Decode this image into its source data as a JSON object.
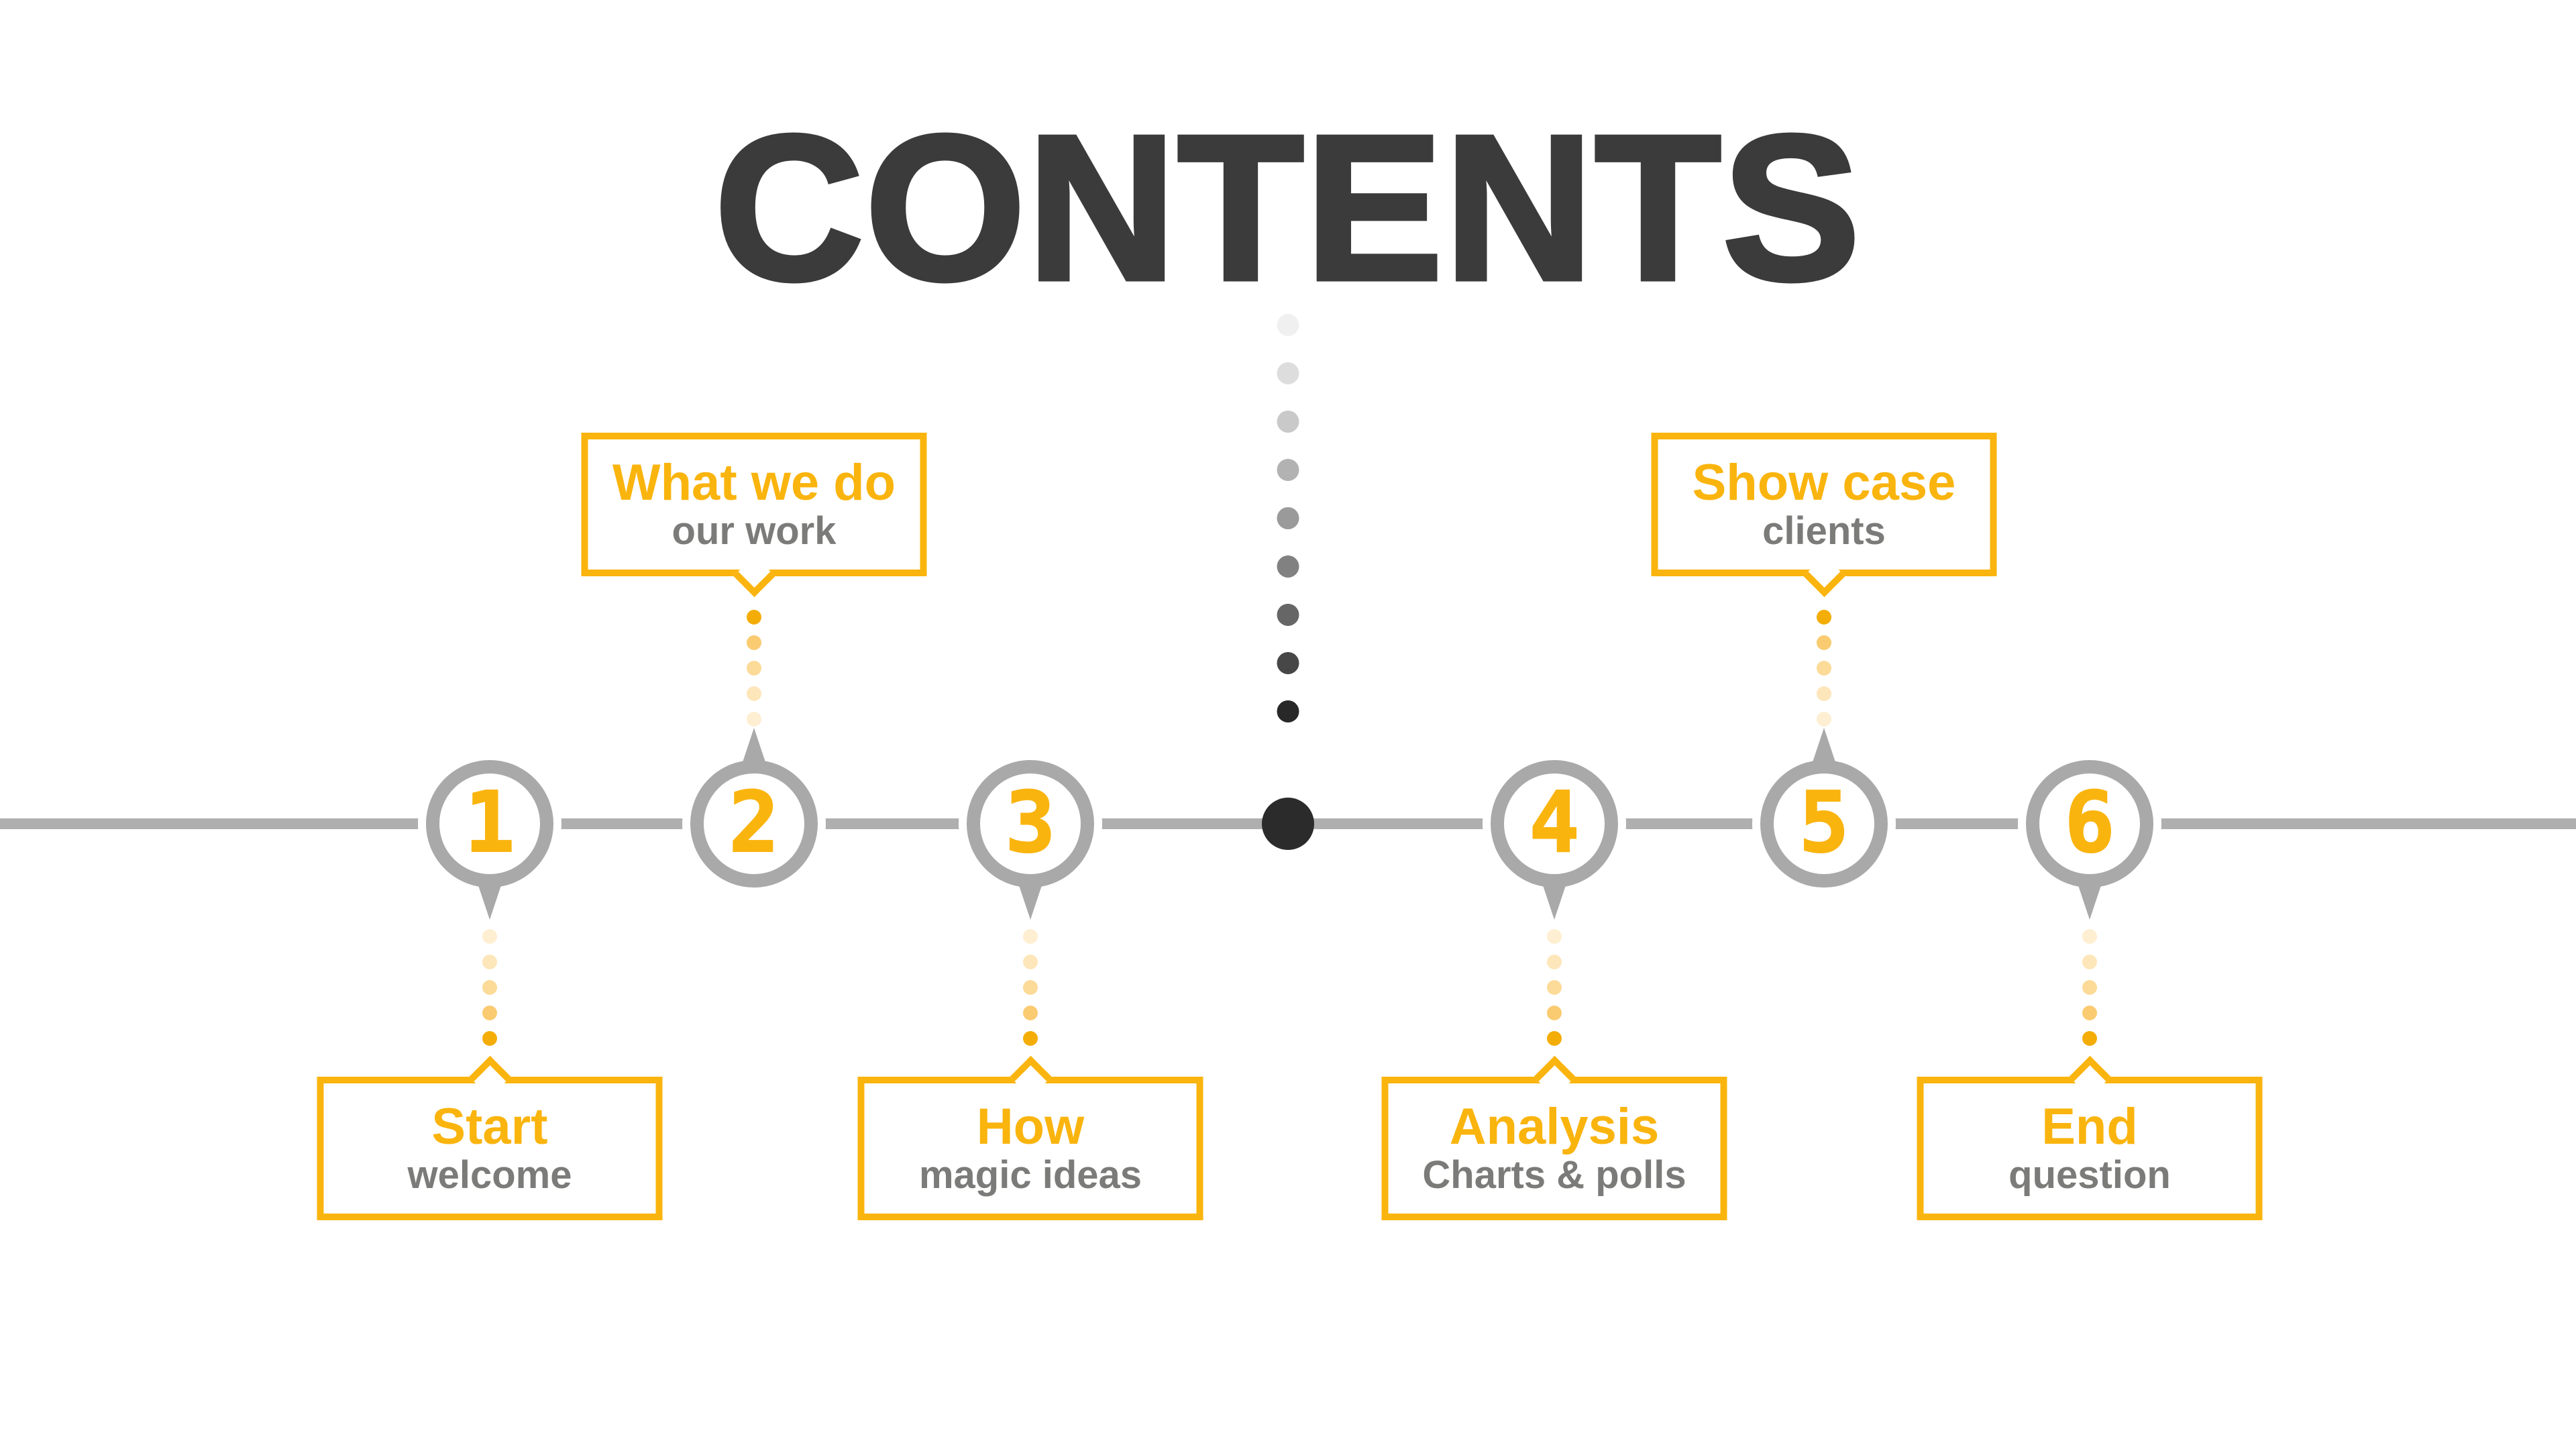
{
  "title": "CONTENTS",
  "colors": {
    "accent_yellow": "#FAB40E",
    "label_gray": "#7B7B79",
    "ring_gray": "#A9A9A9",
    "line_gray": "#AFAFAF",
    "title_charcoal": "#3B3B3C",
    "center_dot_black": "#2B2B2B"
  },
  "timeline": {
    "items": [
      {
        "number": "1",
        "label": "Start",
        "sublabel": "welcome",
        "box_position": "below"
      },
      {
        "number": "2",
        "label": "What we do",
        "sublabel": "our work",
        "box_position": "above"
      },
      {
        "number": "3",
        "label": "How",
        "sublabel": "magic ideas",
        "box_position": "below"
      },
      {
        "number": "4",
        "label": "Analysis",
        "sublabel": "Charts & polls",
        "box_position": "below"
      },
      {
        "number": "5",
        "label": "Show case",
        "sublabel": "clients",
        "box_position": "above"
      },
      {
        "number": "6",
        "label": "End",
        "sublabel": "question",
        "box_position": "below"
      }
    ]
  },
  "decor": {
    "divider_dots_top_to_bottom": [
      "#F0F0F0",
      "#DDDDDD",
      "#C9C9C9",
      "#B2B2B2",
      "#9A9A9A",
      "#818181",
      "#666666",
      "#474747",
      "#282828"
    ],
    "connector_dots_above": [
      "#F4AD06",
      "#FACB71",
      "#FCDA98",
      "#FDE6BA",
      "#FEEFD2"
    ],
    "connector_dots_below": [
      "#FEEFD2",
      "#FDE6BA",
      "#FCDA98",
      "#FACB71",
      "#F4AD06"
    ]
  }
}
